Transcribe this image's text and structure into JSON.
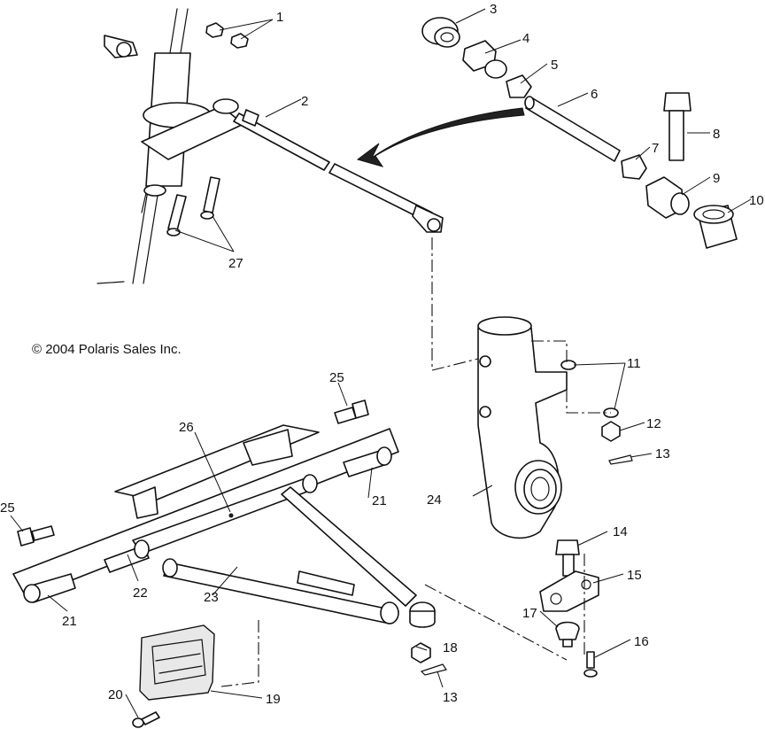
{
  "copyright": "© 2004 Polaris Sales Inc.",
  "callouts": [
    "1",
    "2",
    "3",
    "4",
    "5",
    "6",
    "7",
    "8",
    "9",
    "10",
    "11",
    "12",
    "13",
    "14",
    "15",
    "16",
    "17",
    "18",
    "13",
    "19",
    "20",
    "21",
    "21",
    "22",
    "23",
    "24",
    "25",
    "25",
    "26",
    "27"
  ]
}
